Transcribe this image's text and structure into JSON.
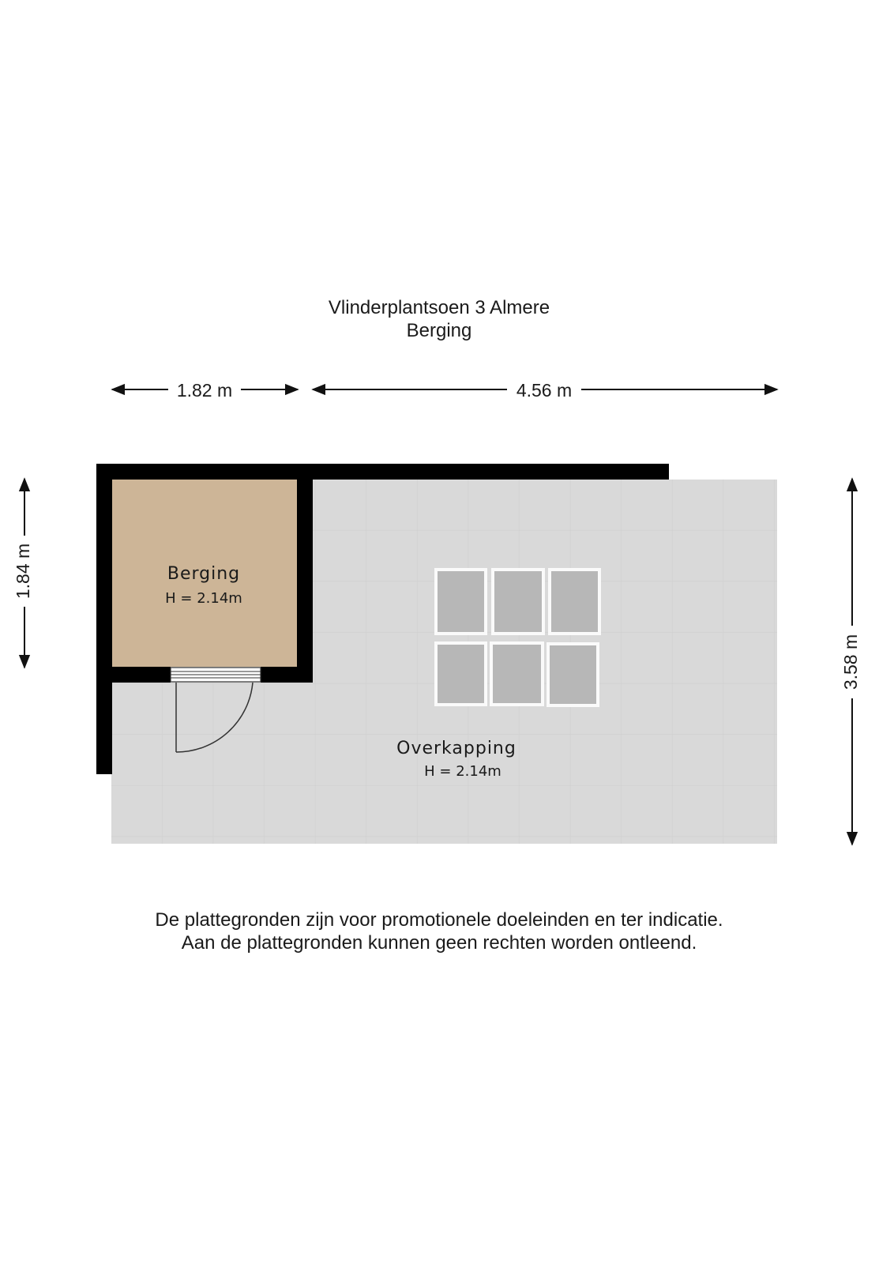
{
  "header": {
    "address": "Vlinderplantsoen 3 Almere",
    "floor": "Berging"
  },
  "dimensions": {
    "width_left": "1.82 m",
    "width_right": "4.56 m",
    "height_left": "1.84 m",
    "height_right": "3.58 m"
  },
  "rooms": {
    "berging": {
      "name": "Berging",
      "height": "H = 2.14m"
    },
    "overkapping": {
      "name": "Overkapping",
      "height": "H = 2.14m"
    }
  },
  "disclaimer": {
    "line1": "De plattegronden zijn voor promotionele doeleinden en ter indicatie.",
    "line2": "Aan de plattegronden kunnen geen rechten worden ontleend."
  },
  "colors": {
    "wall": "#000000",
    "berging_floor": "#cdb597",
    "overkapping_floor": "#d7d7d7",
    "furniture": "#b9b9b9"
  }
}
